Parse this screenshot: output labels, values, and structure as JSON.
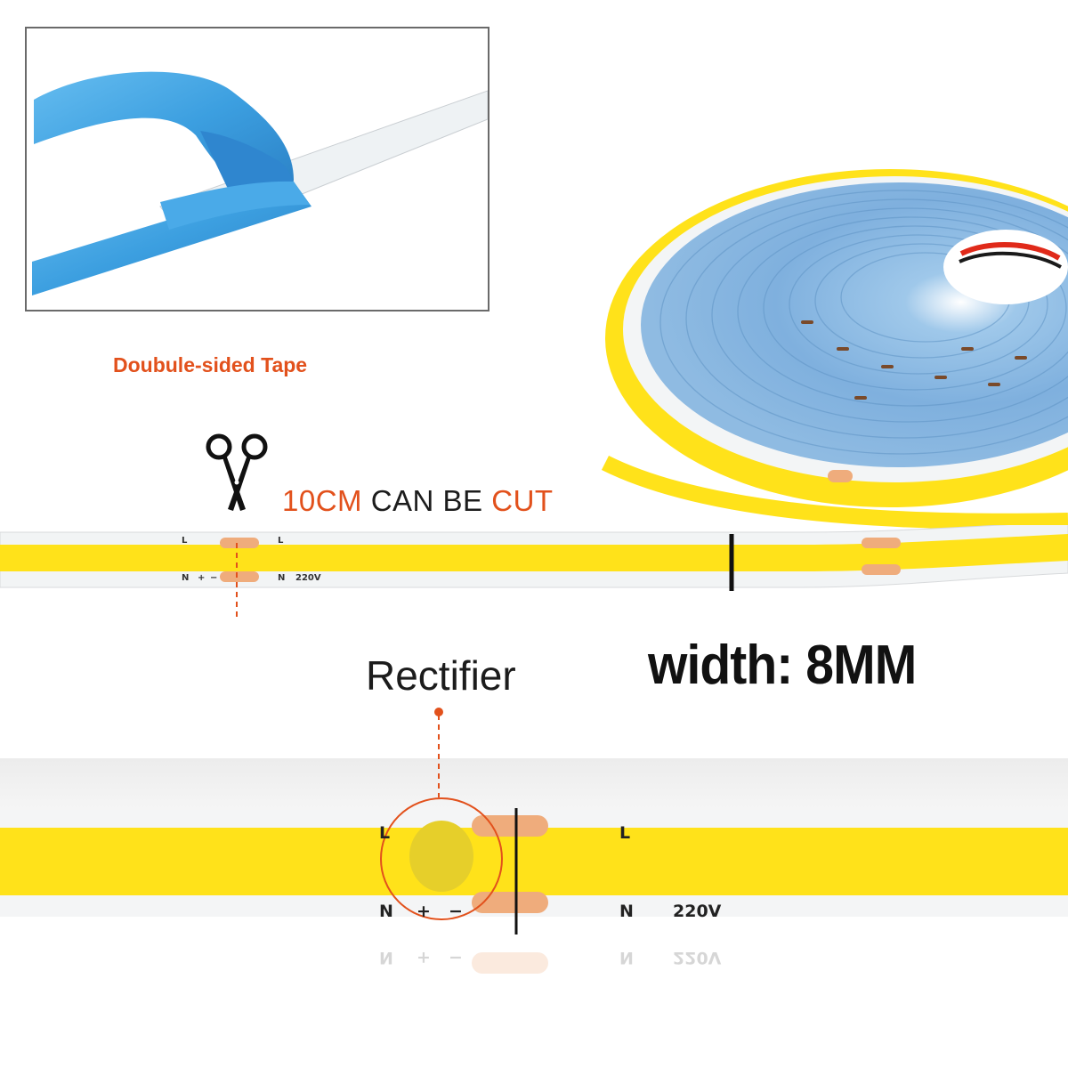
{
  "inset": {
    "caption": "Doubule-sided Tape"
  },
  "cut_note": {
    "amount": "10CM",
    "middle": " CAN BE ",
    "action": "CUT"
  },
  "width_note": {
    "text": "width: 8MM"
  },
  "rectifier_note": {
    "label": "Rectifier"
  },
  "strip_markings": {
    "line_top": "L",
    "line_bottom": "N",
    "plus": "+",
    "minus": "−",
    "voltage": "220V"
  },
  "colors": {
    "accent_orange": "#e2511c",
    "led_yellow": "#ffe21a",
    "tape_blue": "#3c9fe0",
    "cut_pad": "#efac7c",
    "text_dark": "#1c1c1c"
  },
  "icons": [
    "scissors-icon",
    "dot-marker"
  ]
}
